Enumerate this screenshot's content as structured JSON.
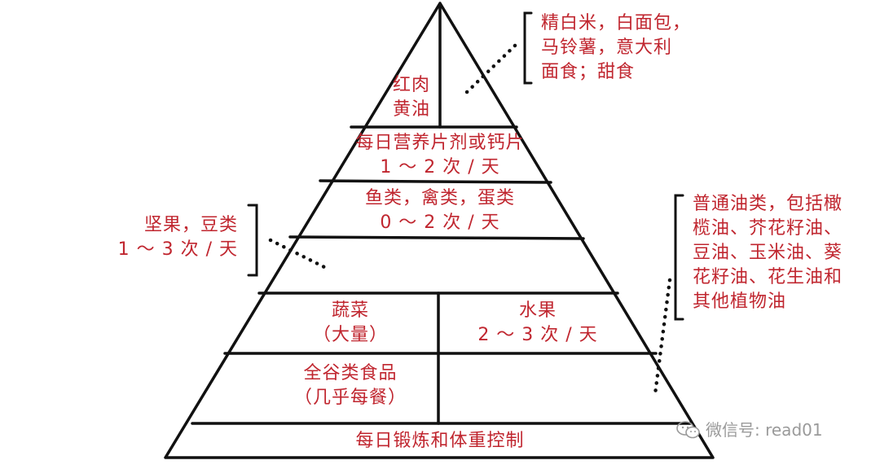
{
  "pyramid": {
    "apex_left": "红肉",
    "apex_left_2": "黄油",
    "supplements": "每日营养片剂或钙片",
    "supplements_freq": "1 ～ 2 次 / 天",
    "fish": "鱼类，禽类，蛋类",
    "fish_freq": "0 ～ 2 次 / 天",
    "veg": "蔬菜",
    "veg_note": "（大量）",
    "fruit": "水果",
    "fruit_freq": "2 ～ 3 次 / 天",
    "grains": "全谷类食品",
    "grains_note": "（几乎每餐）",
    "base": "每日锻炼和体重控制"
  },
  "callouts": {
    "top_right": [
      "精白米，白面包，",
      "马铃薯，意大利",
      "面食；甜食"
    ],
    "left": [
      "坚果，豆类",
      "1 ～ 3 次 / 天"
    ],
    "right": [
      "普通油类，包括橄",
      "榄油、芥花籽油、",
      "豆油、玉米油、葵",
      "花籽油、花生油和",
      "其他植物油"
    ]
  },
  "watermark": {
    "text": "微信号: read01",
    "icon": "wechat-icon"
  },
  "colors": {
    "label": "#c0262f",
    "line": "#111111",
    "watermark": "#9a9a9a"
  }
}
